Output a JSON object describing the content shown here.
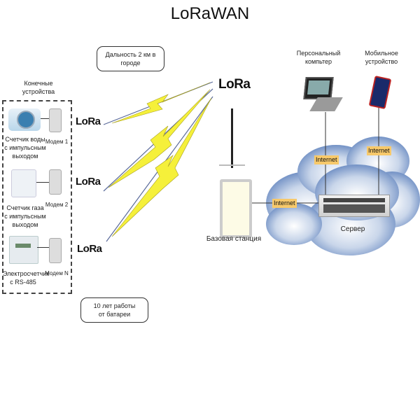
{
  "title": "LoRaWAN",
  "end_devices": {
    "heading": "Конечные устройства",
    "items": [
      {
        "meter": "Счетчик воды с импульсным выходом",
        "modem": "Модем 1",
        "icon": "water-meter"
      },
      {
        "meter": "Счетчик газа с импульсным выходом",
        "modem": "Модем 2",
        "icon": "gas-meter"
      },
      {
        "meter": "Электросчетчик с RS-485",
        "modem": "Модем N",
        "icon": "electricity-meter"
      }
    ]
  },
  "notes": {
    "range": "Дальность 2 км в городе",
    "battery": "10 лет работы от батареи"
  },
  "lora_logo": "LoRa",
  "base_station": {
    "label": "Базовая станция"
  },
  "server": {
    "label": "Сервер"
  },
  "pc": {
    "label": "Персональный компьтер"
  },
  "mobile": {
    "label": "Мобильное устройство"
  },
  "internet_label": "Internet",
  "colors": {
    "lightning": "#f5f03a",
    "internet_badge": "#f7c96b",
    "cloud": "#7e9ccc",
    "radio_wave": "#3aa0d8"
  }
}
